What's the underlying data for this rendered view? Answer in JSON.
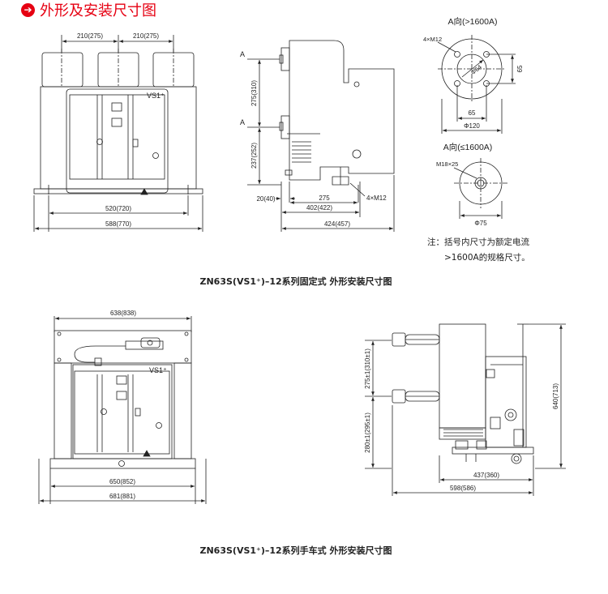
{
  "header": {
    "icon": "right-arrow-circle-icon",
    "title": "外形及安装尺寸图",
    "accent_color": "#e60012"
  },
  "fixed": {
    "caption": "ZN63S(VS1⁺)–12系列固定式 外形安装尺寸图",
    "front": {
      "dim_top_left": "210(275)",
      "dim_top_right": "210(275)",
      "model": "VS1⁺",
      "dim_inner_width": "520(720)",
      "dim_outer_width": "588(770)"
    },
    "side": {
      "section_a_top": "A",
      "section_a_bottom": "A",
      "dim_upper_height": "275(310)",
      "dim_lower_height": "237(252)",
      "dim_base_offset": "20(40)",
      "dim_depth": "275",
      "bolt_spec": "4×M12",
      "dim_depth_mid": "402(422)",
      "dim_depth_total": "424(457)"
    },
    "view_large": {
      "title": "A向(>1600A)",
      "bolt_spec": "4×M12",
      "hole_dia": "Φ64",
      "dim_side": "65",
      "dim_bottom": "65",
      "dim_outer": "Φ120"
    },
    "view_small": {
      "title": "A向(≤1600A)",
      "thread_spec": "M18×25",
      "dim_outer": "Φ75"
    },
    "note_line1": "注：括号内尺寸为额定电流",
    "note_line2": ">1600A的规格尺寸。"
  },
  "handcart": {
    "caption": "ZN63S(VS1⁺)–12系列手车式 外形安装尺寸图",
    "front": {
      "dim_top_width": "638(838)",
      "model": "VS1⁺",
      "dim_inner_width": "650(852)",
      "dim_outer_width": "681(881)"
    },
    "side": {
      "dim_upper_height": "275±1(310±1)",
      "dim_lower_height": "280±1(295±1)",
      "dim_total_height": "640(713)",
      "dim_depth_mid": "437(360)",
      "dim_depth_total": "598(586)"
    }
  }
}
